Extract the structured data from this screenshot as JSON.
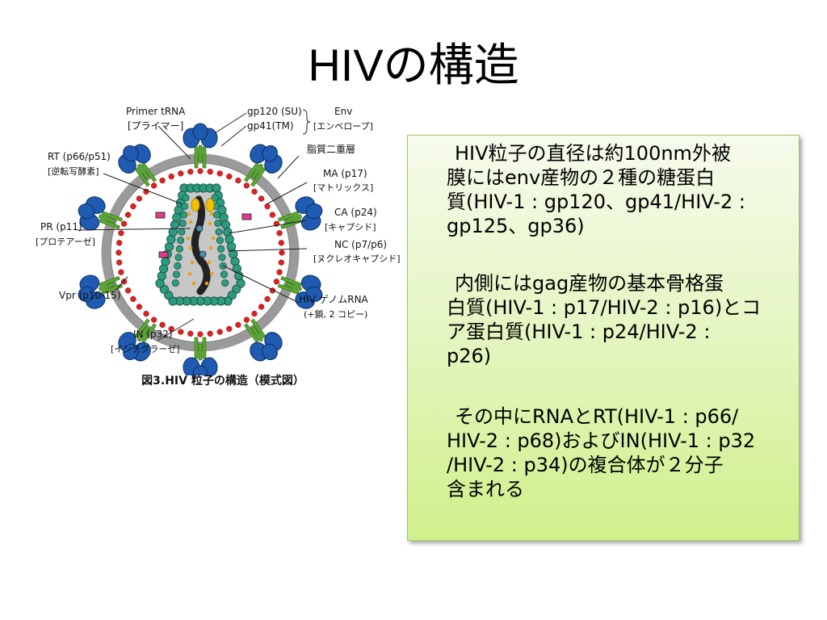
{
  "title": "HIVの構造",
  "figure": {
    "labels": {
      "primer_trna": "Primer tRNA",
      "primer_trna_jp": "[プライマー]",
      "rt": "RT (p66/p51)",
      "rt_jp": "[逆転写酵素]",
      "pr": "PR (p11)",
      "pr_jp": "[プロテアーゼ]",
      "vpr": "Vpr (p10-15)",
      "in": "IN (p32)",
      "in_jp": "[インテグラーゼ]",
      "gp120": "gp120 (SU)",
      "gp41": "gp41(TM)",
      "env": "Env",
      "env_jp": "[エンベロープ]",
      "lipid": "脂質二重層",
      "ma": "MA (p17)",
      "ma_jp": "[マトリックス]",
      "ca": "CA (p24)",
      "ca_jp": "[キャプシド]",
      "nc": "NC (p7/p6)",
      "nc_jp": "[ヌクレオキャプシド]",
      "genome": "HIV ゲノムRNA",
      "genome_sub": "(+鎖, 2 コピー)"
    },
    "caption": "図3.HIV 粒子の構造（模式図）"
  },
  "textbox": {
    "paragraphs": [
      {
        "lines": [
          "HIV粒子の直径は約100nm外被",
          "膜にはenv産物の２種の糖蛋白",
          "質(HIV-1 : gp120、gp41/HIV-2 :",
          "gp125、gp36)"
        ]
      },
      {
        "lines": [
          "内側にはgag産物の基本骨格蛋",
          "白質(HIV-1 : p17/HIV-2 : p16)とコ",
          "ア蛋白質(HIV-1 : p24/HIV-2 :",
          "p26)"
        ]
      },
      {
        "lines": [
          "その中にRNAとRT(HIV-1 : p66/",
          "HIV-2 : p68)およびIN(HIV-1 : p32",
          "/HIV-2 : p34)の複合体が２分子",
          "含まれる"
        ]
      }
    ]
  },
  "colors": {
    "lipid_bilayer": "#9a9a9a",
    "matrix": "#dd2222",
    "capsid": "#2e9a7e",
    "glycoprotein_head": "#1f5bb0",
    "glycoprotein_stem": "#5aa832",
    "rna_orange": "#e8a018",
    "textbox_green": "#d6f29a"
  }
}
